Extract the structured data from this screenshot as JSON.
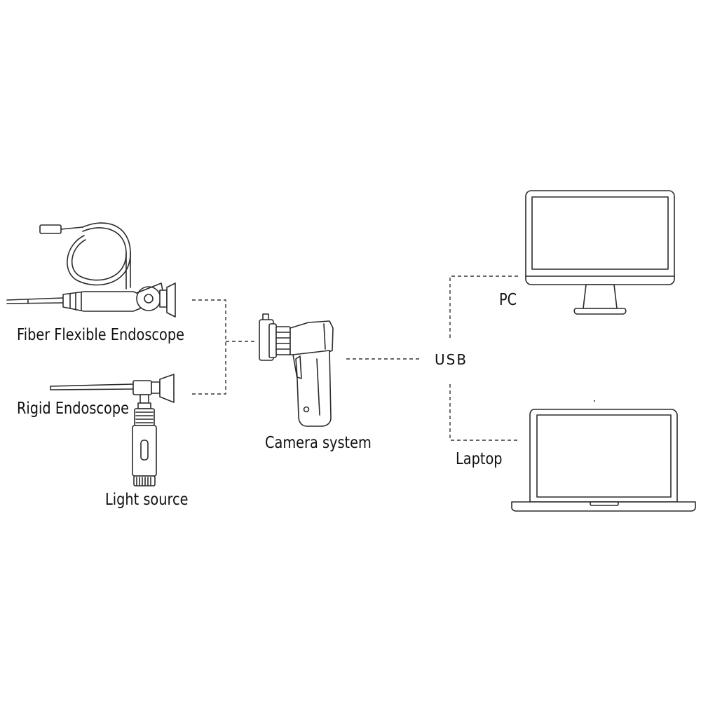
{
  "labels": {
    "fiber_flexible_endoscope": "Fiber Flexible Endoscope",
    "rigid_endoscope": "Rigid Endoscope",
    "light_source": "Light source",
    "camera_system": "Camera system",
    "usb": "USB",
    "pc": "PC",
    "laptop": "Laptop"
  },
  "colors": {
    "line": "#2b2b2b",
    "text": "#111111",
    "background": "#ffffff"
  }
}
